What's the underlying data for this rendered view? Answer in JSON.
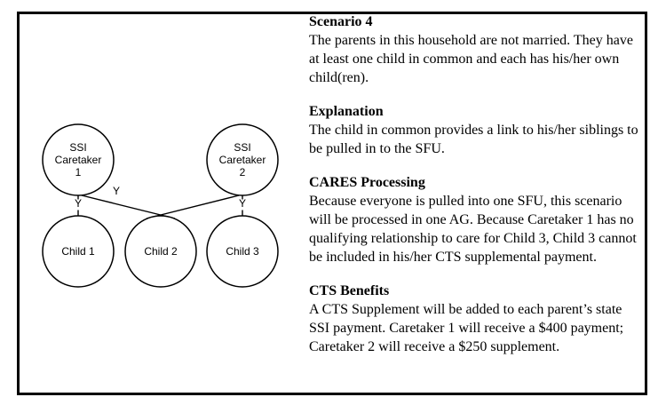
{
  "diagram": {
    "nodes": [
      {
        "id": "caretaker1",
        "lines": [
          "SSI",
          "Caretaker",
          "1"
        ]
      },
      {
        "id": "caretaker2",
        "lines": [
          "SSI",
          "Caretaker",
          "2"
        ]
      },
      {
        "id": "child1",
        "label": "Child 1"
      },
      {
        "id": "child2",
        "label": "Child 2"
      },
      {
        "id": "child3",
        "label": "Child 3"
      }
    ],
    "edge_labels": {
      "caretaker1_child1": "Y",
      "caretaker1_child2": "Y",
      "caretaker2_child3": "Y"
    }
  },
  "sections": [
    {
      "heading": "Scenario 4",
      "body": "The parents in this household are not married. They have at least one child in common and each has his/her own child(ren)."
    },
    {
      "heading": "Explanation",
      "body": "The child in common provides a link to his/her siblings to be pulled in to the SFU."
    },
    {
      "heading": "CARES Processing",
      "body": "Because everyone is pulled into one SFU, this scenario will be processed in one AG. Because Caretaker 1 has no qualifying relationship to care for Child 3, Child 3 cannot be included in his/her CTS supplemental payment."
    },
    {
      "heading": "CTS Benefits",
      "body": "A CTS Supplement will be added to each parent’s state SSI payment. Caretaker 1 will receive a $400 payment; Caretaker 2 will receive a $250 supplement."
    }
  ],
  "colors": {
    "border": "#000000",
    "text": "#000000",
    "background": "#ffffff"
  }
}
